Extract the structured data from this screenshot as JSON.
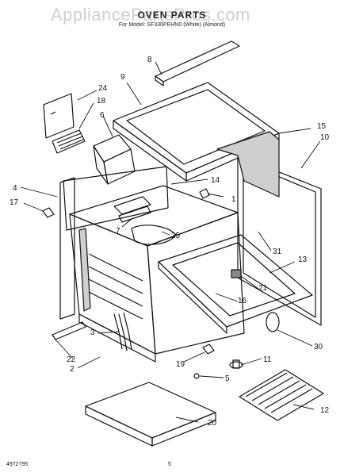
{
  "header": {
    "watermark": "AppliancePartsPros.com",
    "title": "OVEN PARTS",
    "subtitle": "For Model: SF330PEHN0 (White) (Almond)",
    "subtitle2": ""
  },
  "footer": {
    "part_code": "4972795",
    "page_number": "5"
  },
  "callouts": [
    "1",
    "2",
    "3",
    "4",
    "5",
    "6",
    "7",
    "8",
    "9",
    "10",
    "11",
    "12",
    "13",
    "14",
    "15",
    "16",
    "17",
    "18",
    "19",
    "20",
    "21",
    "22",
    "24",
    "25",
    "30",
    "31"
  ]
}
